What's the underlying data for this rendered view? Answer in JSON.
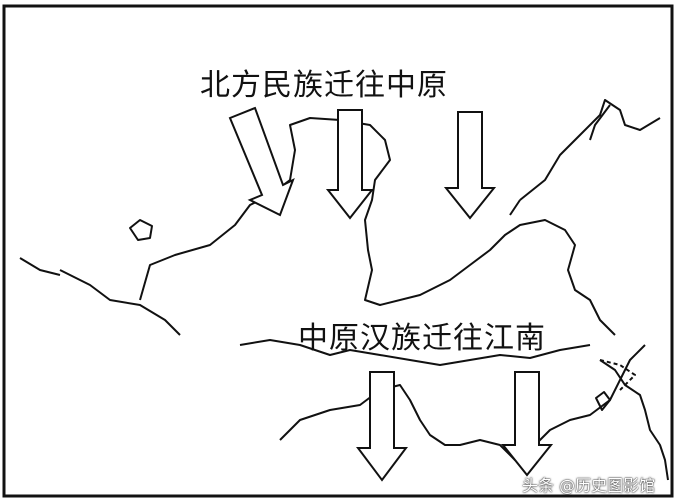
{
  "labels": {
    "north_migration": "北方民族迁往中原",
    "south_migration": "中原汉族迁往江南"
  },
  "watermark": "头条 @历史图影馆",
  "colors": {
    "line": "#111111",
    "background": "#ffffff"
  }
}
